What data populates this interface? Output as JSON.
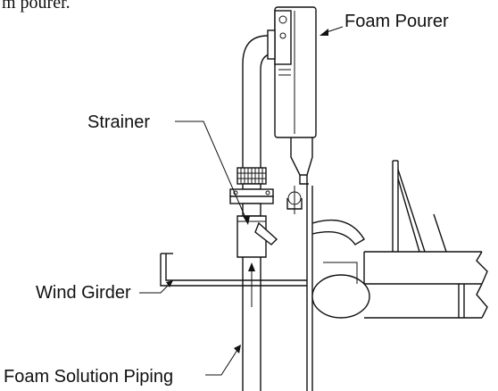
{
  "caption_fragment": "m pourer.",
  "labels": {
    "foam_pourer": "Foam Pourer",
    "strainer": "Strainer",
    "wind_girder": "Wind Girder",
    "foam_solution_piping": "Foam Solution Piping"
  },
  "colors": {
    "line": "#111111",
    "background": "#ffffff"
  }
}
